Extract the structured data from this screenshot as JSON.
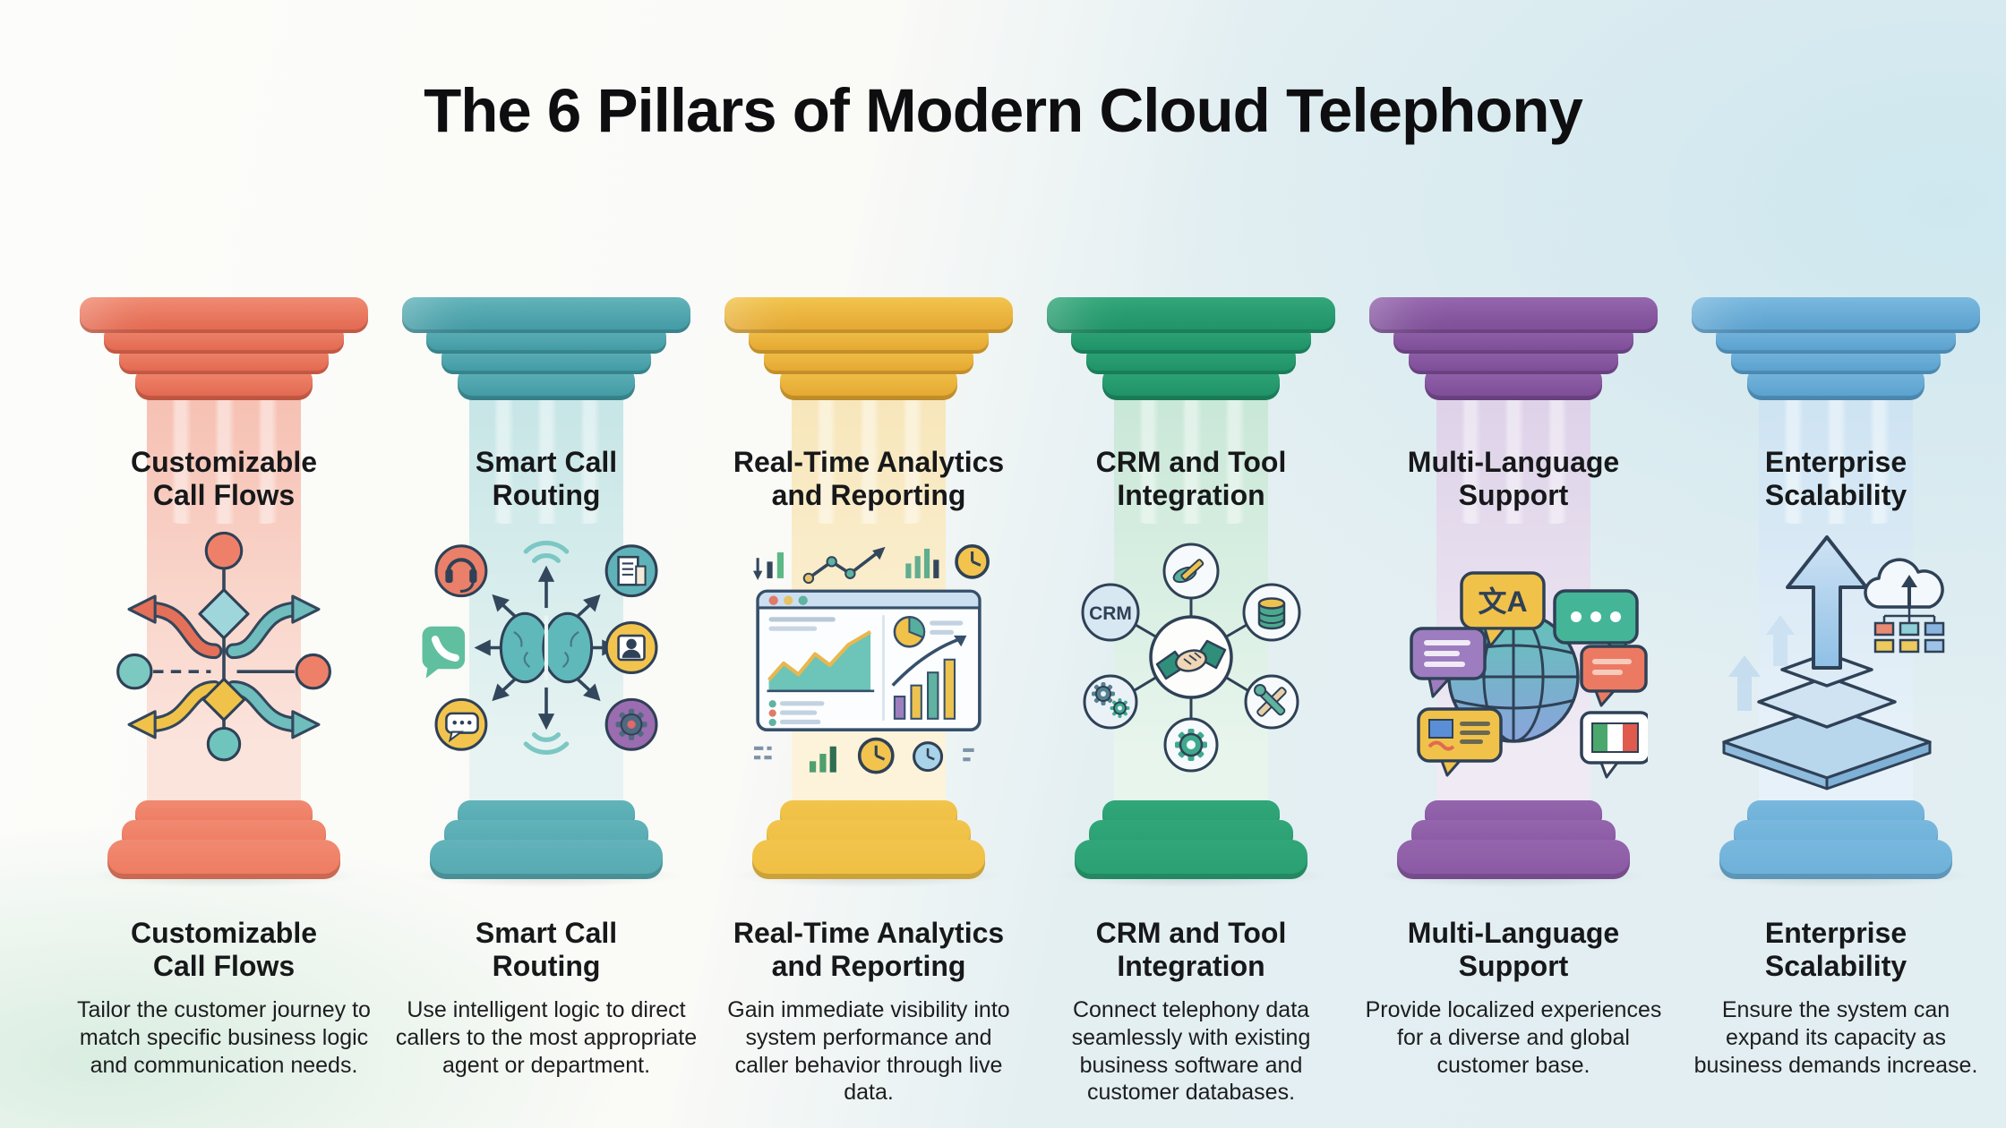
{
  "title": "The 6 Pillars of Modern Cloud Telephony",
  "pillars": [
    {
      "id": "customizable-call-flows",
      "t1": "Customizable",
      "t2": "Call Flows",
      "desc": "Tailor the customer journey to match specific business logic and communication needs.",
      "icon": "call-flow-branching-icon",
      "colors": {
        "dark": "#e2654d",
        "mid": "#f08a71",
        "shaft1": "#f6c0b2",
        "shaft2": "#fbe4dc",
        "base": "#ee7a60"
      }
    },
    {
      "id": "smart-call-routing",
      "t1": "Smart Call",
      "t2": "Routing",
      "desc": "Use intelligent logic to direct callers to the most appropriate agent or department.",
      "icon": "brain-routing-icon",
      "colors": {
        "dark": "#3f98a2",
        "mid": "#62b3ba",
        "shaft1": "#c6e5e6",
        "shaft2": "#e6f3f2",
        "base": "#55a9b0"
      }
    },
    {
      "id": "real-time-analytics-and-reporting",
      "t1": "Real-Time Analytics",
      "t2": "and Reporting",
      "desc": "Gain immediate visibility into system performance and caller behavior through live data.",
      "icon": "analytics-dashboard-icon",
      "colors": {
        "dark": "#e3a52f",
        "mid": "#f2c44c",
        "shaft1": "#f7e6ba",
        "shaft2": "#fcf3da",
        "base": "#efbf43"
      }
    },
    {
      "id": "crm-and-tool-integration",
      "t1": "CRM and Tool",
      "t2": "Integration",
      "desc": "Connect telephony data seamlessly with existing business software and customer databases.",
      "icon": "integration-hub-icon",
      "crm_label": "CRM",
      "colors": {
        "dark": "#1d9166",
        "mid": "#31a678",
        "shaft1": "#c8e7d7",
        "shaft2": "#e7f5ec",
        "base": "#2aa072"
      }
    },
    {
      "id": "multi-language-support",
      "t1": "Multi-Language",
      "t2": "Support",
      "desc": "Provide localized experiences for a diverse and global customer base.",
      "icon": "globe-languages-icon",
      "translate_label": "文A",
      "colors": {
        "dark": "#7b4b95",
        "mid": "#9465ad",
        "shaft1": "#ddd1e8",
        "shaft2": "#efeaf4",
        "base": "#8a58a3"
      }
    },
    {
      "id": "enterprise-scalability",
      "t1": "Enterprise",
      "t2": "Scalability",
      "desc": "Ensure the system can expand its capacity as business demands increase.",
      "icon": "scalability-pyramid-icon",
      "colors": {
        "dark": "#579fce",
        "mid": "#79b8de",
        "shaft1": "#cde3f2",
        "shaft2": "#e7f1f9",
        "base": "#6cb0d8"
      }
    }
  ]
}
